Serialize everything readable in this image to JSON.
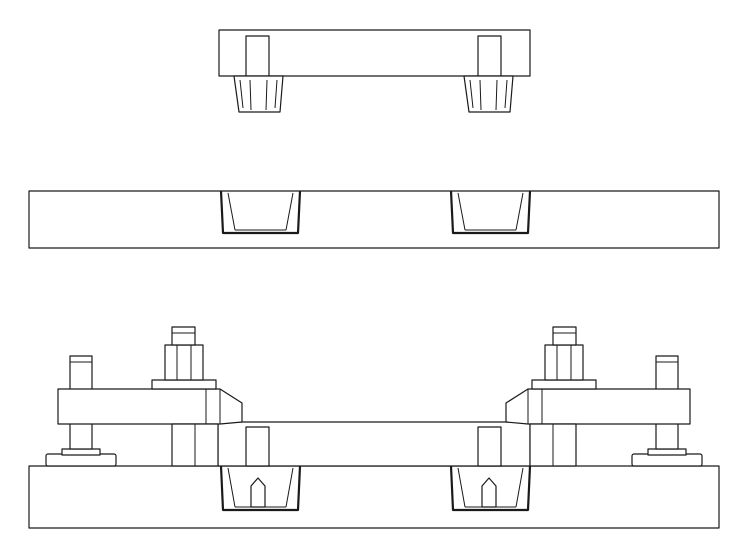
{
  "drawing": {
    "stroke_color": "#1a1a1a",
    "background_color": "#ffffff",
    "views": [
      "clamp-part-top-view",
      "base-plate-view",
      "clamped-assembly-view"
    ]
  }
}
